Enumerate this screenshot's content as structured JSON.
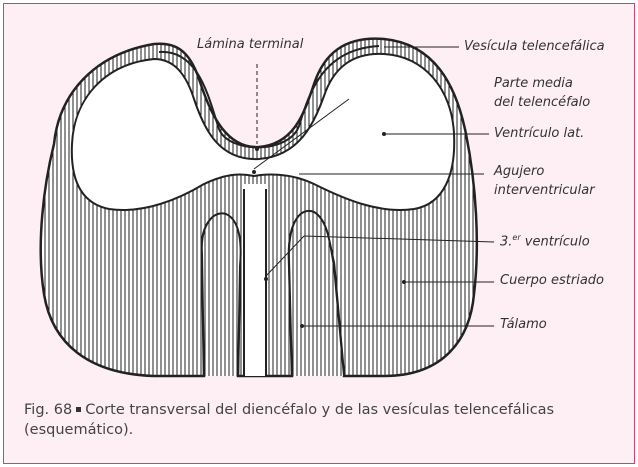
{
  "labels": {
    "lamina_terminal": "Lámina terminal",
    "vesicula": "Vesícula telencefálica",
    "parte_media_1": "Parte media",
    "parte_media_2": "del telencéfalo",
    "ventriculo_lat": "Ventrículo lat.",
    "agujero_1": "Agujero",
    "agujero_2": "interventricular",
    "tercer_ventriculo_a": "3.",
    "tercer_ventriculo_sup": "er",
    "tercer_ventriculo_b": " ventrículo",
    "cuerpo_estriado": "Cuerpo estriado",
    "talamo": "Tálamo"
  },
  "caption": {
    "fig": "Fig. 68",
    "text": "Corte transversal del diencéfalo y de las vesículas telencefálicas (esquemático)."
  },
  "colors": {
    "border": "#c0477e",
    "background": "#fdeff3",
    "ink": "#222222"
  }
}
